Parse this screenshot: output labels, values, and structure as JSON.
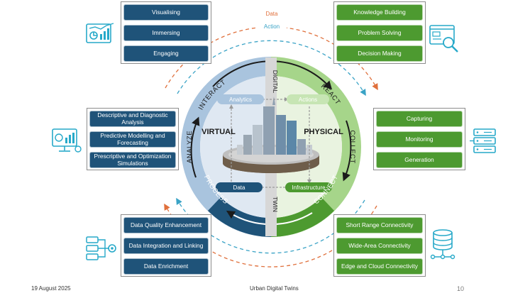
{
  "colors": {
    "virtual_blue": "#1f5379",
    "physical_green": "#4d9a30",
    "ring_light_blue": "#a9c4de",
    "ring_light_green": "#a6d58a",
    "data_arrow": "#e0703c",
    "action_arrow": "#3aa3c6",
    "icon_cyan": "#27a9c9"
  },
  "arcs": {
    "data": "Data",
    "action": "Action"
  },
  "ring": {
    "interact": "INTERACT",
    "react": "REACT",
    "collect": "COLLECT",
    "connect": "CONNECT",
    "process": "PROCESS",
    "analyze": "ANALYZE"
  },
  "center": {
    "digital": "DIGITAL",
    "twin": "TWIN",
    "virtual": "VIRTUAL",
    "physical": "PHYSICAL",
    "analytics": "Analytics",
    "actions": "Actions",
    "data": "Data",
    "infrastructure": "Infrastructure"
  },
  "interact_group": {
    "items": [
      "Visualising",
      "Immersing",
      "Engaging"
    ],
    "icon": "dashboard-chart-icon"
  },
  "react_group": {
    "items": [
      "Knowledge Building",
      "Problem Solving",
      "Decision Making"
    ],
    "icon": "browser-search-icon"
  },
  "analyze_group": {
    "items": [
      "Descriptive and Diagnostic Analysis",
      "Predictive Modelling and Forecasting",
      "Prescriptive and Optimization Simulations"
    ],
    "icon": "monitor-analytics-icon"
  },
  "collect_group": {
    "items": [
      "Capturing",
      "Monitoring",
      "Generation"
    ],
    "icon": "server-rack-icon"
  },
  "process_group": {
    "items": [
      "Data Quality Enhancement",
      "Data Integration and Linking",
      "Data Enrichment"
    ],
    "icon": "data-flow-icon"
  },
  "connect_group": {
    "items": [
      "Short Range Connectivity",
      "Wide-Area Connectivity",
      "Edge and Cloud Connectivity"
    ],
    "icon": "database-network-icon"
  },
  "footer": {
    "date": "19 August 2025",
    "title": "Urban Digital Twins",
    "page": "10"
  }
}
